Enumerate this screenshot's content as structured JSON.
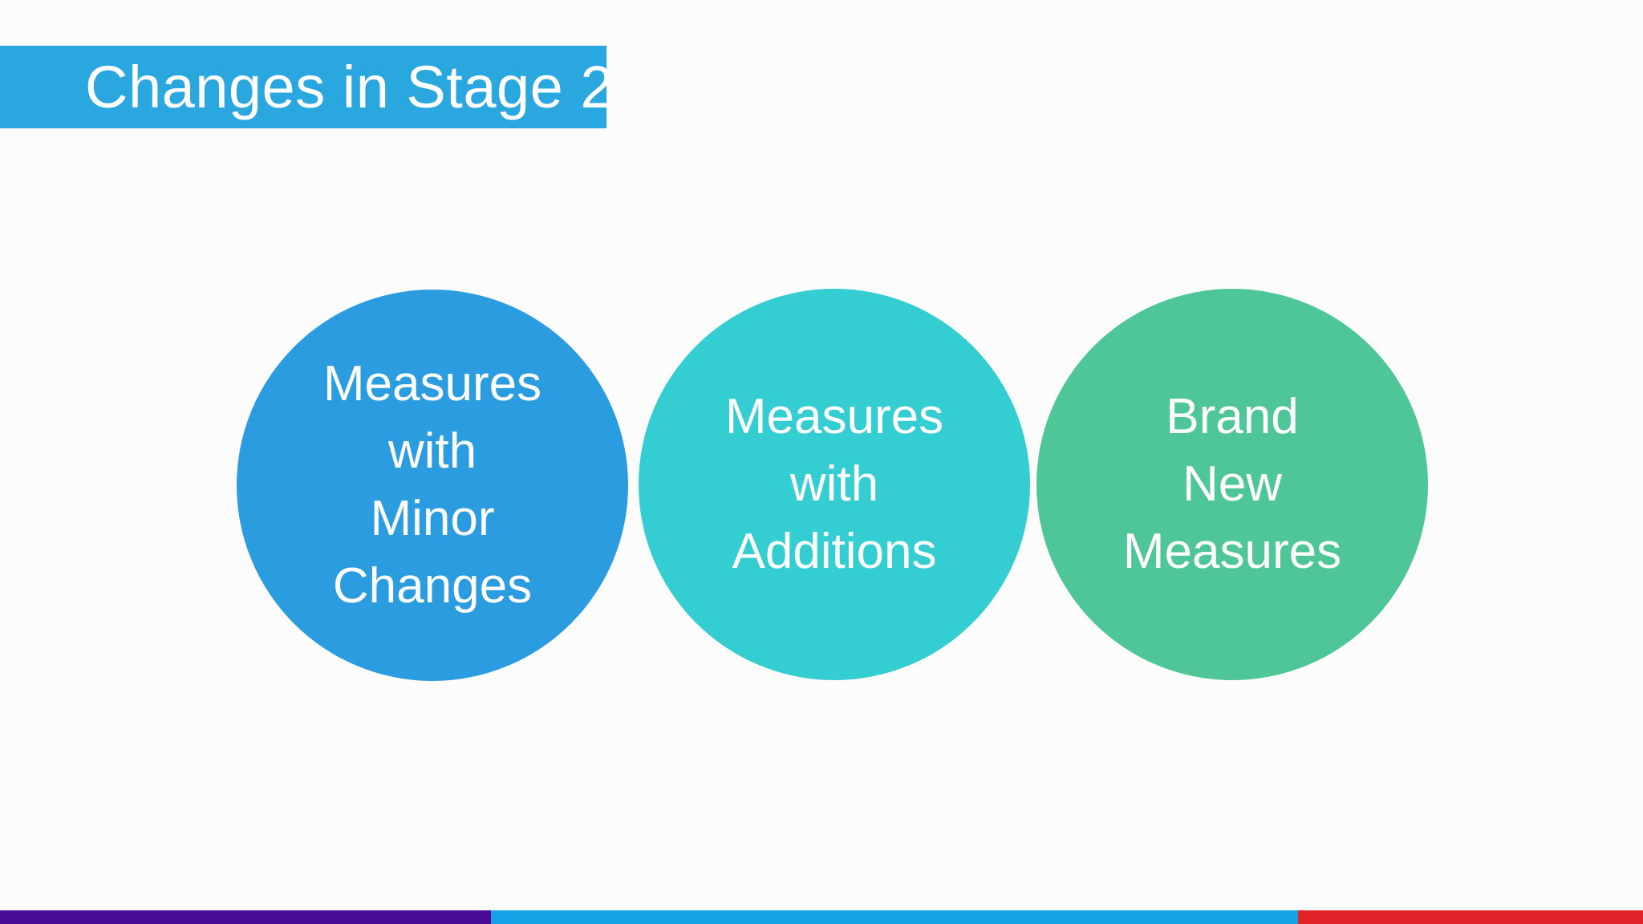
{
  "slide": {
    "title": "Changes in Stage 2",
    "background_color": "#fcfcfd",
    "title_bar_color": "#2ba7e0",
    "title_text_color": "#ffffff"
  },
  "circles": [
    {
      "label": "Measures\nwith\nMinor\nChanges",
      "color": "#2b9cdf",
      "text_color": "#ffffff"
    },
    {
      "label": "Measures\nwith\nAdditions",
      "color": "#33cdd2",
      "text_color": "#ffffff"
    },
    {
      "label": "Brand\nNew\nMeasures",
      "color": "#4fc697",
      "text_color": "#ffffff"
    }
  ],
  "footer_bar": {
    "segments": [
      {
        "name": "purple",
        "color": "#4a0c96"
      },
      {
        "name": "blue",
        "color": "#18a3e8"
      },
      {
        "name": "red",
        "color": "#e2232a"
      }
    ]
  }
}
